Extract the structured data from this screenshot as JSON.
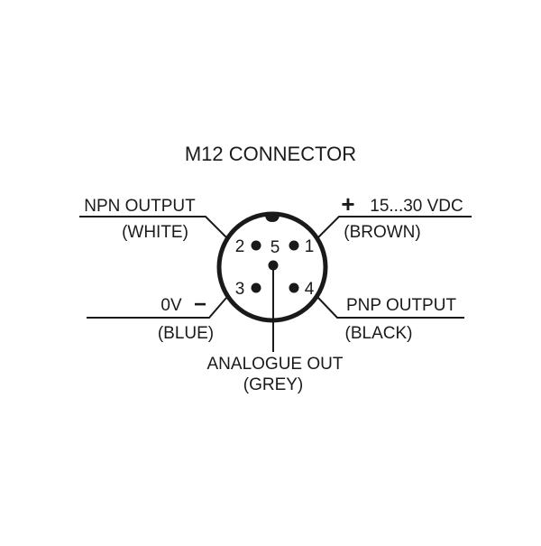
{
  "title": "M12 CONNECTOR",
  "pins": [
    {
      "number": "1",
      "name": "+ 15...30 VDC",
      "sign": "+",
      "label": "15...30 VDC",
      "color": "(BROWN)"
    },
    {
      "number": "2",
      "name": "NPN OUTPUT",
      "label": "NPN OUTPUT",
      "color": "(WHITE)"
    },
    {
      "number": "3",
      "name": "0V -",
      "label": "0V",
      "sign": "−",
      "color": "(BLUE)"
    },
    {
      "number": "4",
      "name": "PNP OUTPUT",
      "label": "PNP OUTPUT",
      "color": "(BLACK)"
    },
    {
      "number": "5",
      "name": "ANALOGUE OUT",
      "label": "ANALOGUE OUT",
      "color": "(GREY)"
    }
  ],
  "colors": {
    "ink": "#1a1a1a",
    "background": "#ffffff"
  }
}
